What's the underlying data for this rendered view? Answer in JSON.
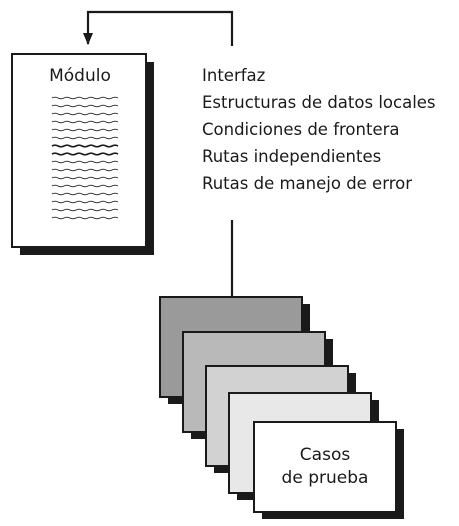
{
  "module": {
    "title": "Módulo"
  },
  "test_aspects": [
    "Interfaz",
    "Estructuras de datos locales",
    "Condiciones de frontera",
    "Rutas independientes",
    "Rutas de manejo de error"
  ],
  "test_cases": {
    "line1": "Casos",
    "line2": "de prueba"
  },
  "colors": {
    "ink": "#1a1a1a",
    "card_fills": [
      "#9a9a9a",
      "#b9b9b9",
      "#d2d2d2",
      "#e8e8e8",
      "#ffffff"
    ]
  }
}
